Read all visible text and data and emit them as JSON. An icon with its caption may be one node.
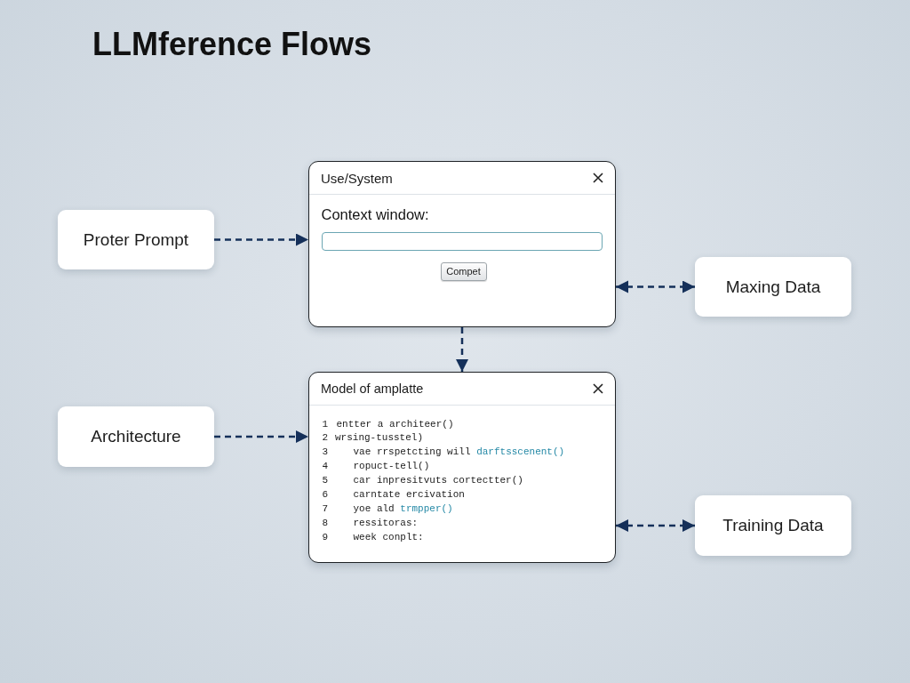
{
  "diagram": {
    "title": "LLMference Flows",
    "nodes": [
      {
        "text": [
          "Use/System",
          "Context window:"
        ]
      },
      {
        "text": [
          "Compet"
        ],
        "in": 0
      },
      {
        "text": [
          "Proter Prompt"
        ]
      },
      {
        "text": [
          "Maxing Data"
        ]
      },
      {
        "text": [
          "Model of amplatte",
          "1 entter a architeer()",
          "2 wrsing-tusstel)",
          "3 vae rrspetcting will darftsscenent()",
          "4 ropuct-tell()",
          "5 car inpresitvuts cortectter()",
          "6 carntate ercivation",
          "7 yoe ald trmpper()",
          "8 ressitoras:",
          "9 week conplt:"
        ]
      },
      {
        "text": [
          "Architecture"
        ]
      },
      {
        "text": [
          "Training Data"
        ]
      }
    ],
    "edges": [
      {
        "from": 2,
        "to": 0,
        "arrow": "to",
        "style": "dashed"
      },
      {
        "from": 0,
        "to": 3,
        "arrow": "both",
        "style": "dashed"
      },
      {
        "from": 0,
        "to": 4,
        "arrow": "to",
        "style": "dashed"
      },
      {
        "from": 5,
        "to": 4,
        "arrow": "to",
        "style": "dashed"
      },
      {
        "from": 4,
        "to": 6,
        "arrow": "both",
        "style": "dashed"
      }
    ]
  }
}
